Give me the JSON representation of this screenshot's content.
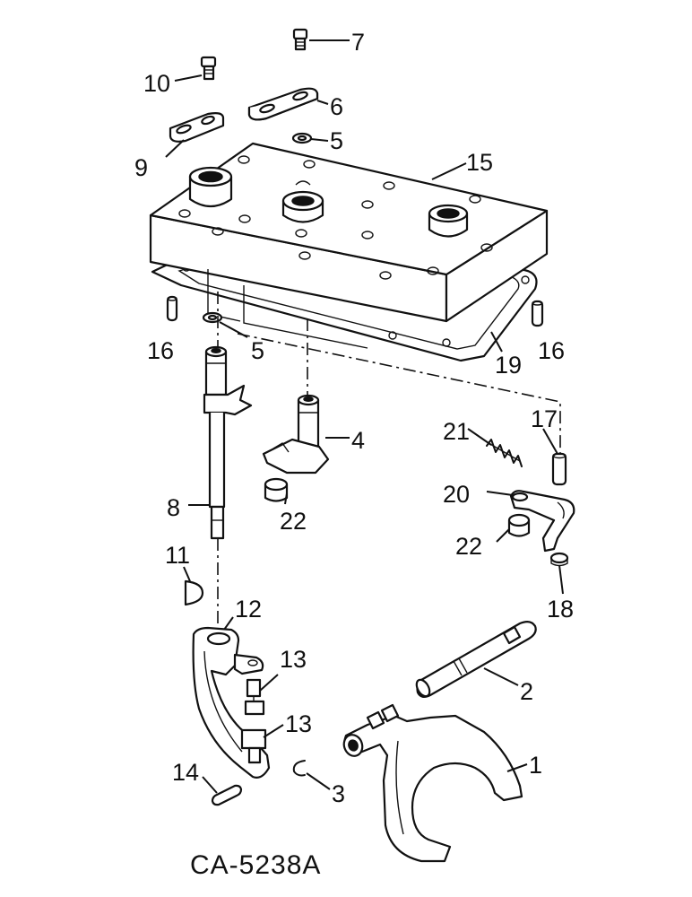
{
  "diagram": {
    "figure_code": "CA-5238A",
    "callouts": {
      "c1": "1",
      "c2": "2",
      "c3": "3",
      "c4": "4",
      "c5a": "5",
      "c5b": "5",
      "c6": "6",
      "c7": "7",
      "c8": "8",
      "c9": "9",
      "c10": "10",
      "c11": "11",
      "c12": "12",
      "c13a": "13",
      "c13b": "13",
      "c14": "14",
      "c15": "15",
      "c16a": "16",
      "c16b": "16",
      "c17": "17",
      "c18": "18",
      "c19": "19",
      "c20": "20",
      "c21": "21",
      "c22a": "22",
      "c22b": "22"
    }
  }
}
